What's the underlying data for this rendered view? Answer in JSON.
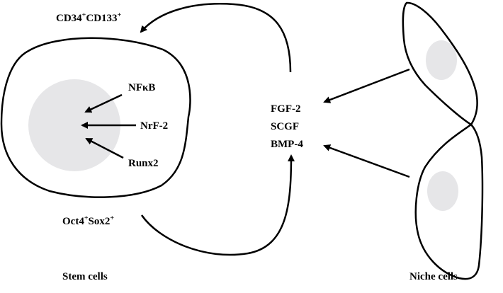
{
  "stem_marker_top": {
    "part1": "CD34",
    "sup1": "+",
    "part2": "CD133",
    "sup2": "+"
  },
  "stem_marker_bottom": {
    "part1": "Oct4",
    "sup1": "+",
    "part2": "Sox2",
    "sup2": "+"
  },
  "nuclear_factors": [
    "NFκB",
    "NrF-2",
    "Runx2"
  ],
  "growth_factors": [
    "FGF-2",
    "SCGF",
    "BMP-4"
  ],
  "captions": {
    "stem": "Stem cells",
    "niche": "Niche cells"
  },
  "colors": {
    "line": "#000000",
    "nucleus": "#e6e6e8",
    "background": "#ffffff"
  }
}
